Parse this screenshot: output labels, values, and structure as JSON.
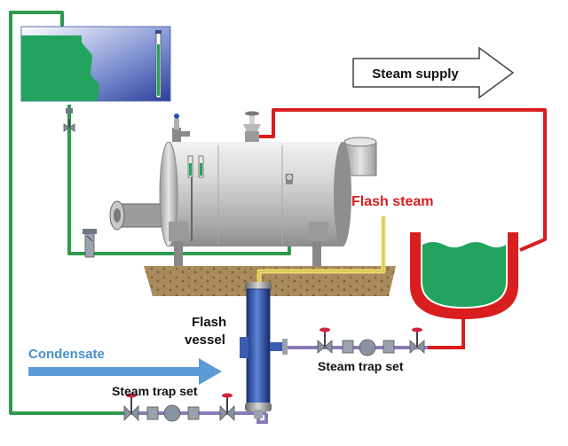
{
  "labels": {
    "steam_supply": "Steam supply",
    "flash_steam": "Flash steam",
    "flash_vessel_line1": "Flash",
    "flash_vessel_line2": "vessel",
    "condensate": "Condensate",
    "steam_trap_set_right": "Steam trap set",
    "steam_trap_set_left": "Steam trap set"
  },
  "colors": {
    "steam_pipe": "#d81e1e",
    "condensate_pipe": "#2e9a4e",
    "flash_steam_pipe": "#f0dc6a",
    "condensate_arrow": "#5b9bd5",
    "flash_steam_text": "#d81e1e",
    "water": "#1fa35a",
    "vessel_blue": "#2a4fa8",
    "trap_line": "#8a7bb8",
    "valve_red": "#d0263b"
  },
  "icons": {
    "steam_arrow": "outlined-right-arrow",
    "condensate_arrow": "right-arrow",
    "valve": "valve-icon",
    "steam_trap": "steam-trap-icon"
  }
}
